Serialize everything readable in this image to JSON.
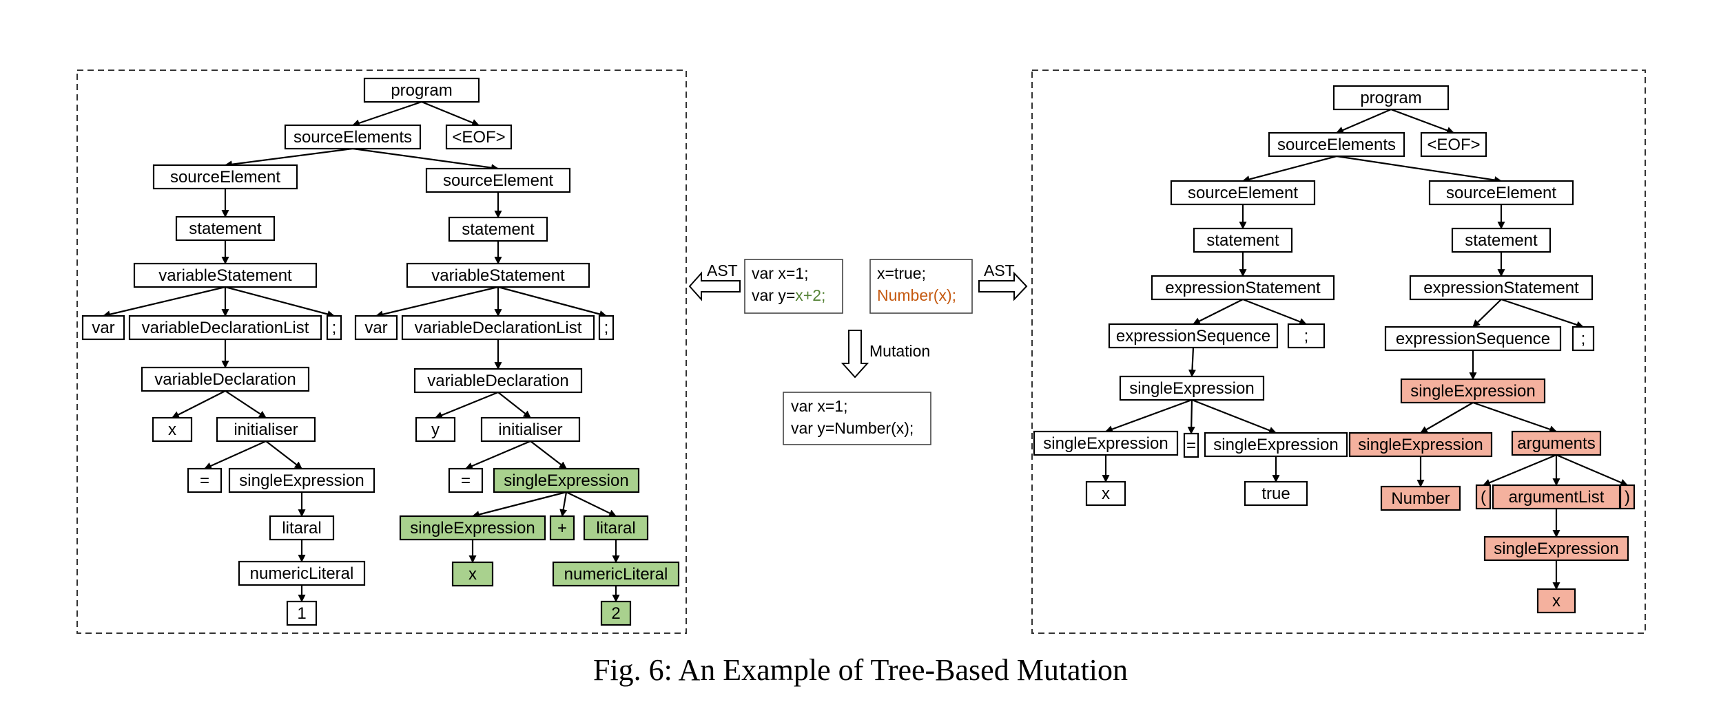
{
  "caption": "Fig. 6: An Example of Tree-Based Mutation",
  "colors": {
    "plain": "#ffffff",
    "green": "#a9d18e",
    "salmon": "#f4b19e"
  },
  "left_tree": [
    {
      "id": "p",
      "label": "program",
      "parent": null,
      "hl": "plain"
    },
    {
      "id": "se",
      "label": "sourceElements",
      "parent": "p",
      "hl": "plain"
    },
    {
      "id": "eof",
      "label": "<EOF>",
      "parent": "p",
      "hl": "plain"
    },
    {
      "id": "s1",
      "label": "sourceElement",
      "parent": "se",
      "hl": "plain"
    },
    {
      "id": "s2",
      "label": "sourceElement",
      "parent": "se",
      "hl": "plain"
    },
    {
      "id": "st1",
      "label": "statement",
      "parent": "s1",
      "hl": "plain"
    },
    {
      "id": "st2",
      "label": "statement",
      "parent": "s2",
      "hl": "plain"
    },
    {
      "id": "vs1",
      "label": "variableStatement",
      "parent": "st1",
      "hl": "plain"
    },
    {
      "id": "vs2",
      "label": "variableStatement",
      "parent": "st2",
      "hl": "plain"
    },
    {
      "id": "var1",
      "label": "var",
      "parent": "vs1",
      "hl": "plain"
    },
    {
      "id": "vdl1",
      "label": "variableDeclarationList",
      "parent": "vs1",
      "hl": "plain"
    },
    {
      "id": "sc1",
      "label": ";",
      "parent": "vs1",
      "hl": "plain"
    },
    {
      "id": "var2",
      "label": "var",
      "parent": "vs2",
      "hl": "plain"
    },
    {
      "id": "vdl2",
      "label": "variableDeclarationList",
      "parent": "vs2",
      "hl": "plain"
    },
    {
      "id": "sc2",
      "label": ";",
      "parent": "vs2",
      "hl": "plain"
    },
    {
      "id": "vd1",
      "label": "variableDeclaration",
      "parent": "vdl1",
      "hl": "plain"
    },
    {
      "id": "vd2",
      "label": "variableDeclaration",
      "parent": "vdl2",
      "hl": "plain"
    },
    {
      "id": "x1",
      "label": "x",
      "parent": "vd1",
      "hl": "plain"
    },
    {
      "id": "in1",
      "label": "initialiser",
      "parent": "vd1",
      "hl": "plain"
    },
    {
      "id": "y2",
      "label": "y",
      "parent": "vd2",
      "hl": "plain"
    },
    {
      "id": "in2",
      "label": "initialiser",
      "parent": "vd2",
      "hl": "plain"
    },
    {
      "id": "eq1",
      "label": "=",
      "parent": "in1",
      "hl": "plain"
    },
    {
      "id": "sx1",
      "label": "singleExpression",
      "parent": "in1",
      "hl": "plain"
    },
    {
      "id": "eq2",
      "label": "=",
      "parent": "in2",
      "hl": "plain"
    },
    {
      "id": "sx2",
      "label": "singleExpression",
      "parent": "in2",
      "hl": "green"
    },
    {
      "id": "lit1",
      "label": "litaral",
      "parent": "sx1",
      "hl": "plain"
    },
    {
      "id": "sx3",
      "label": "singleExpression",
      "parent": "sx2",
      "hl": "green"
    },
    {
      "id": "plus",
      "label": "+",
      "parent": "sx2",
      "hl": "green"
    },
    {
      "id": "lit2",
      "label": "litaral",
      "parent": "sx2",
      "hl": "green"
    },
    {
      "id": "nl1",
      "label": "numericLiteral",
      "parent": "lit1",
      "hl": "plain"
    },
    {
      "id": "xg",
      "label": "x",
      "parent": "sx3",
      "hl": "green"
    },
    {
      "id": "nl2",
      "label": "numericLiteral",
      "parent": "lit2",
      "hl": "green"
    },
    {
      "id": "one",
      "label": "1",
      "parent": "nl1",
      "hl": "plain"
    },
    {
      "id": "two",
      "label": "2",
      "parent": "nl2",
      "hl": "green"
    }
  ],
  "right_tree": [
    {
      "id": "p",
      "label": "program",
      "parent": null,
      "hl": "plain"
    },
    {
      "id": "se",
      "label": "sourceElements",
      "parent": "p",
      "hl": "plain"
    },
    {
      "id": "eof",
      "label": "<EOF>",
      "parent": "p",
      "hl": "plain"
    },
    {
      "id": "s1",
      "label": "sourceElement",
      "parent": "se",
      "hl": "plain"
    },
    {
      "id": "s2",
      "label": "sourceElement",
      "parent": "se",
      "hl": "plain"
    },
    {
      "id": "st1",
      "label": "statement",
      "parent": "s1",
      "hl": "plain"
    },
    {
      "id": "st2",
      "label": "statement",
      "parent": "s2",
      "hl": "plain"
    },
    {
      "id": "es1",
      "label": "expressionStatement",
      "parent": "st1",
      "hl": "plain"
    },
    {
      "id": "es2",
      "label": "expressionStatement",
      "parent": "st2",
      "hl": "plain"
    },
    {
      "id": "eseq1",
      "label": "expressionSequence",
      "parent": "es1",
      "hl": "plain"
    },
    {
      "id": "sc1",
      "label": ";",
      "parent": "es1",
      "hl": "plain"
    },
    {
      "id": "eseq2",
      "label": "expressionSequence",
      "parent": "es2",
      "hl": "plain"
    },
    {
      "id": "sc2",
      "label": ";",
      "parent": "es2",
      "hl": "plain"
    },
    {
      "id": "sx1",
      "label": "singleExpression",
      "parent": "eseq1",
      "hl": "plain"
    },
    {
      "id": "sx2",
      "label": "singleExpression",
      "parent": "eseq2",
      "hl": "salmon"
    },
    {
      "id": "sx3",
      "label": "singleExpression",
      "parent": "sx1",
      "hl": "plain"
    },
    {
      "id": "eq",
      "label": "=",
      "parent": "sx1",
      "hl": "plain"
    },
    {
      "id": "sx4",
      "label": "singleExpression",
      "parent": "sx1",
      "hl": "plain"
    },
    {
      "id": "sx5",
      "label": "singleExpression",
      "parent": "sx2",
      "hl": "salmon"
    },
    {
      "id": "args",
      "label": "arguments",
      "parent": "sx2",
      "hl": "salmon"
    },
    {
      "id": "xr",
      "label": "x",
      "parent": "sx3",
      "hl": "plain"
    },
    {
      "id": "tru",
      "label": "true",
      "parent": "sx4",
      "hl": "plain"
    },
    {
      "id": "num",
      "label": "Number",
      "parent": "sx5",
      "hl": "salmon"
    },
    {
      "id": "lp",
      "label": "(",
      "parent": "args",
      "hl": "salmon"
    },
    {
      "id": "al",
      "label": "argumentList",
      "parent": "args",
      "hl": "salmon"
    },
    {
      "id": "rp",
      "label": ")",
      "parent": "args",
      "hl": "salmon"
    },
    {
      "id": "sx6",
      "label": "singleExpression",
      "parent": "al",
      "hl": "salmon"
    },
    {
      "id": "xs",
      "label": "x",
      "parent": "sx6",
      "hl": "salmon"
    }
  ],
  "center": {
    "ast_left_label": "AST",
    "ast_right_label": "AST",
    "mutation_label": "Mutation",
    "code_a": [
      [
        {
          "t": "var x=1;",
          "c": "#000000"
        }
      ],
      [
        {
          "t": "var y=",
          "c": "#000000"
        },
        {
          "t": "x+2;",
          "c": "#548235"
        }
      ]
    ],
    "code_b": [
      [
        {
          "t": "x=true;",
          "c": "#000000"
        }
      ],
      [
        {
          "t": "Number(x);",
          "c": "#c55a11"
        }
      ]
    ],
    "code_result": [
      [
        {
          "t": "var x=1;",
          "c": "#000000"
        }
      ],
      [
        {
          "t": "var y=Number(x);",
          "c": "#000000"
        }
      ]
    ]
  }
}
